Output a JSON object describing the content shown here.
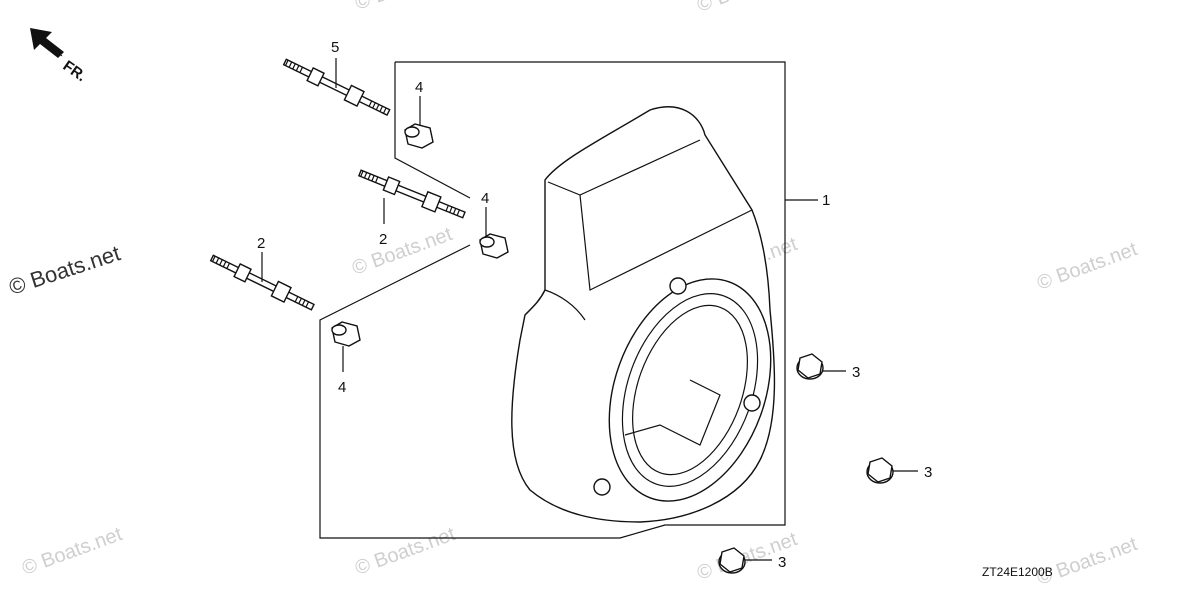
{
  "direction": {
    "label": "FR."
  },
  "watermark": "© Boats.net",
  "diagram_code": "ZT24E1200B",
  "callouts": [
    "1",
    "2",
    "2",
    "3",
    "3",
    "3",
    "4",
    "4",
    "4",
    "5"
  ]
}
